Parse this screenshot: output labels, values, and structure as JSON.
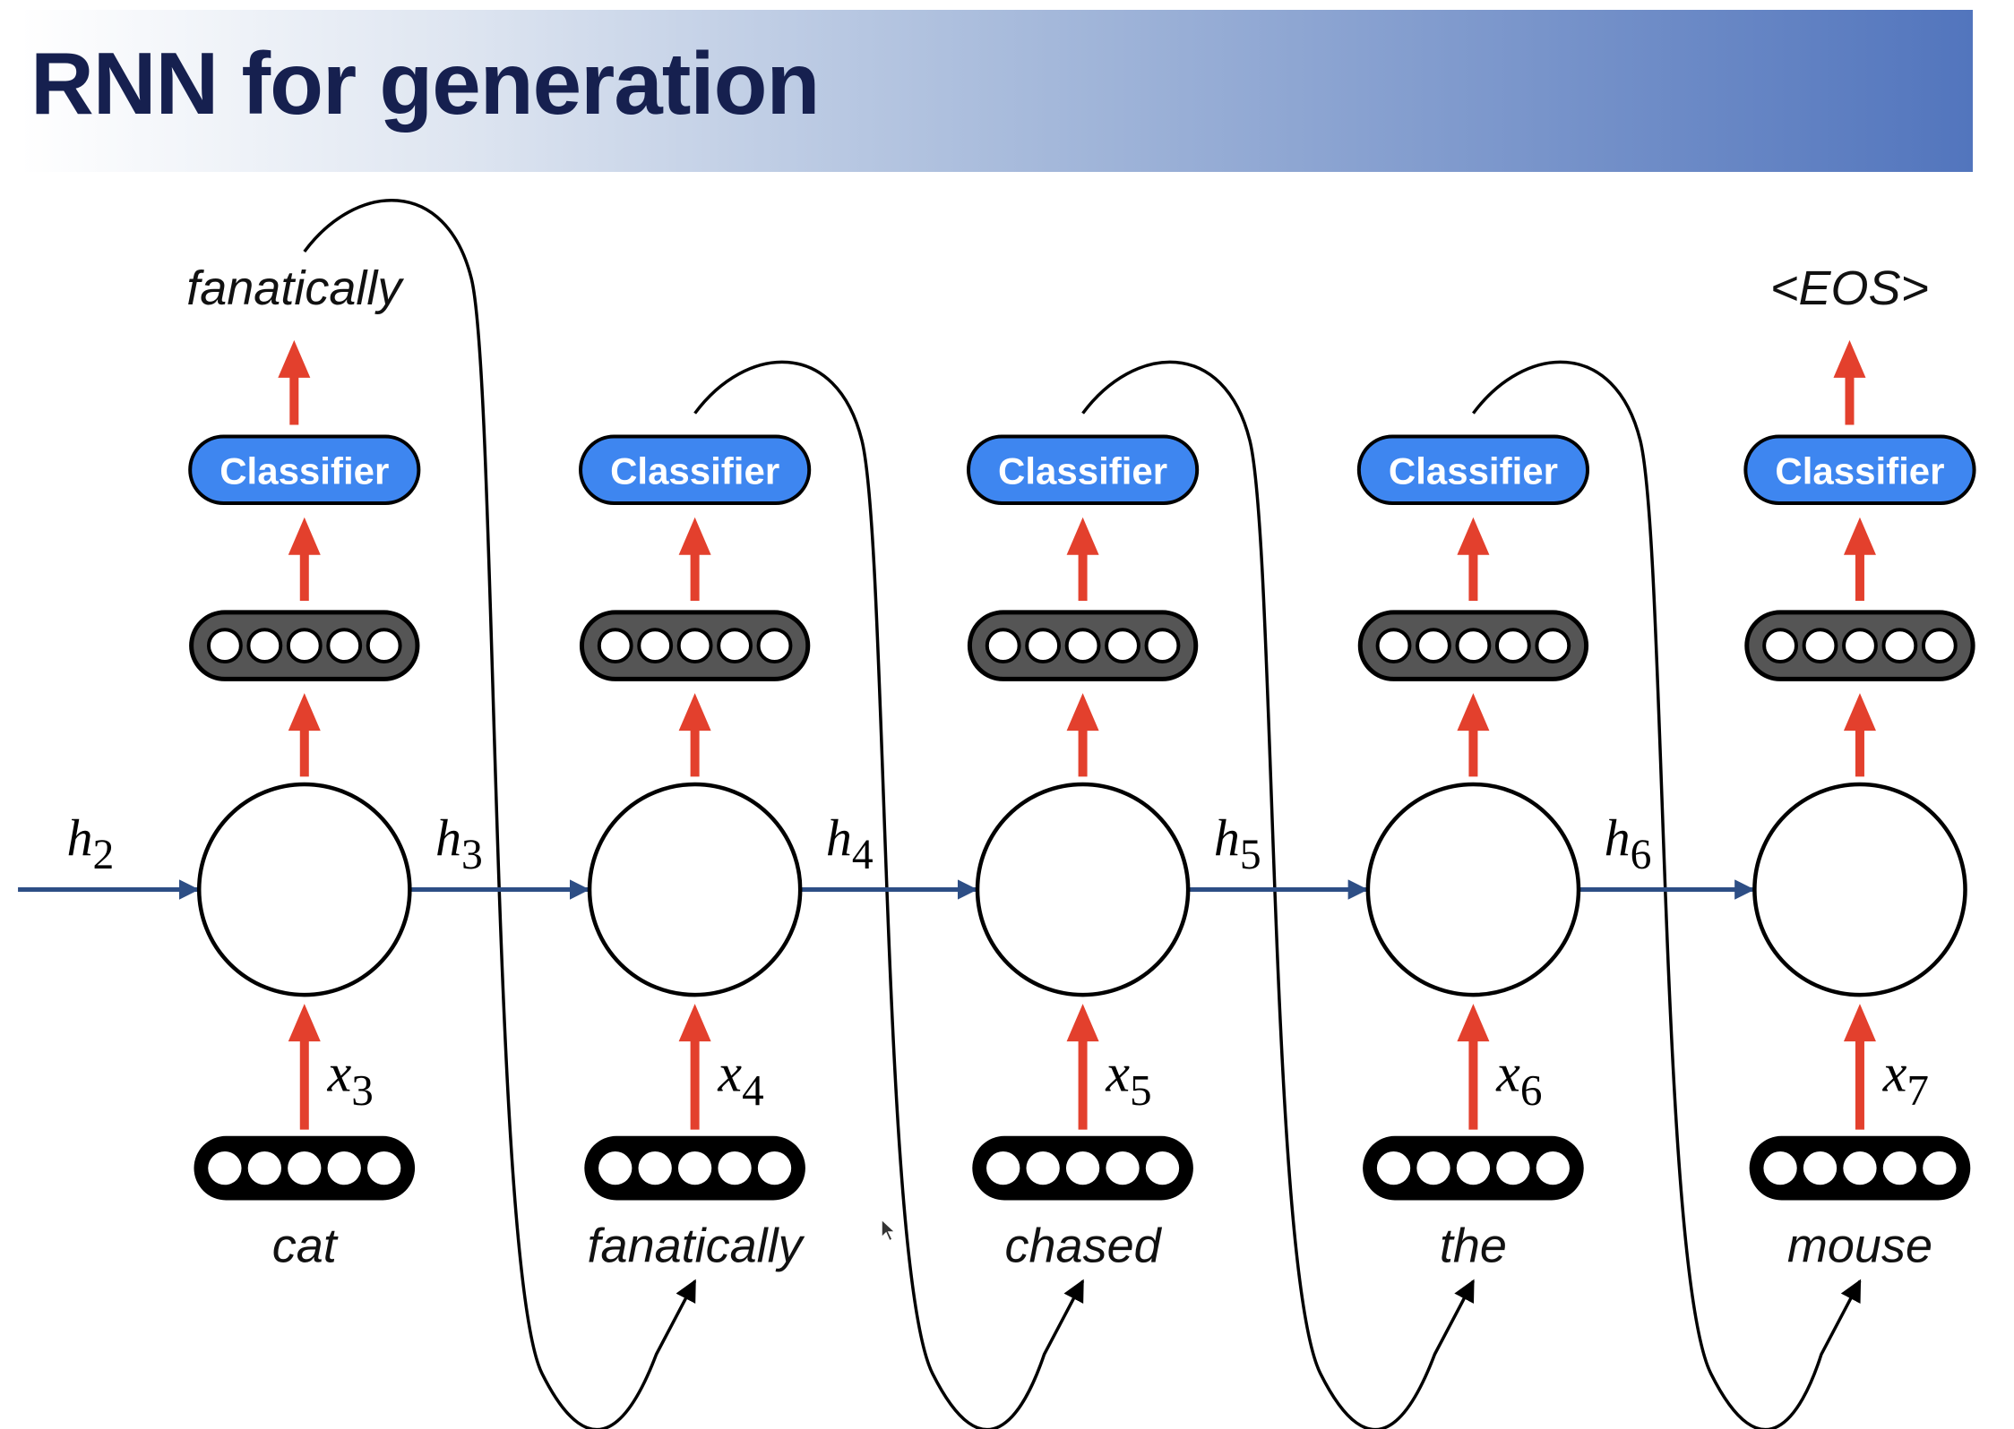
{
  "slide": {
    "title": "RNN for generation"
  },
  "diagram": {
    "steps": [
      {
        "input_word": "cat",
        "input_label_base": "x",
        "input_label_sub": "3",
        "classifier_label": "Classifier",
        "output_word": "fanatically"
      },
      {
        "input_word": "fanatically",
        "input_label_base": "x",
        "input_label_sub": "4",
        "classifier_label": "Classifier",
        "output_word": ""
      },
      {
        "input_word": "chased",
        "input_label_base": "x",
        "input_label_sub": "5",
        "classifier_label": "Classifier",
        "output_word": ""
      },
      {
        "input_word": "the",
        "input_label_base": "x",
        "input_label_sub": "6",
        "classifier_label": "Classifier",
        "output_word": ""
      },
      {
        "input_word": "mouse",
        "input_label_base": "x",
        "input_label_sub": "7",
        "classifier_label": "Classifier",
        "output_word": "<EOS>"
      }
    ],
    "hidden_states": [
      {
        "base": "h",
        "sub": "2"
      },
      {
        "base": "h",
        "sub": "3"
      },
      {
        "base": "h",
        "sub": "4"
      },
      {
        "base": "h",
        "sub": "5"
      },
      {
        "base": "h",
        "sub": "6"
      }
    ],
    "colors": {
      "up_arrow": "#e3402d",
      "hidden_arrow": "#2d4e85",
      "classifier_fill": "#3e86f0",
      "hidden_vector_fill": "#555555",
      "embedding_fill": "#000000",
      "title_text": "#16204f"
    }
  }
}
